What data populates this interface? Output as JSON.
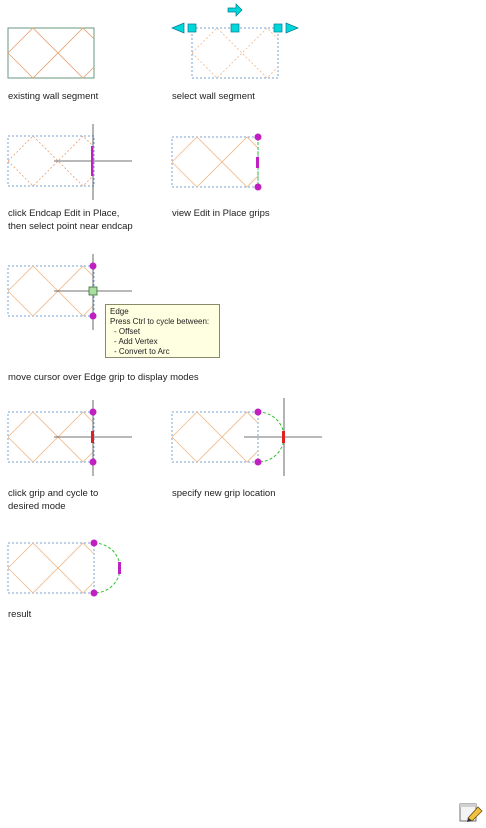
{
  "panels": {
    "p1": {
      "caption": "existing wall segment"
    },
    "p2": {
      "caption": "select wall segment"
    },
    "p3": {
      "caption_line1": "click Endcap Edit in Place,",
      "caption_line2": "then select point near endcap"
    },
    "p4": {
      "caption": "view Edit in Place grips"
    },
    "p5": {
      "caption": "move cursor over Edge grip to display modes"
    },
    "p6": {
      "caption_line1": "click grip and cycle to",
      "caption_line2": "desired mode"
    },
    "p7": {
      "caption": "specify new grip location"
    },
    "p8": {
      "caption": "result"
    }
  },
  "tooltip": {
    "title": "Edge",
    "subtitle": "Press Ctrl to cycle between:",
    "options": [
      "- Offset",
      "- Add Vertex",
      "- Convert to Arc"
    ]
  },
  "colors": {
    "wall_solid": "#6a9a80",
    "wall_dashed": "#7aa6d8",
    "hatch": "#f0b888",
    "hatch_dashed": "#e8a070",
    "grip_cyan": "#00d8d8",
    "grip_magenta": "#c020c0",
    "crosshair": "#444444",
    "arc_green": "#30c030",
    "active_red": "#e02020"
  },
  "icons": {
    "corner": "edit-pencil-icon"
  }
}
